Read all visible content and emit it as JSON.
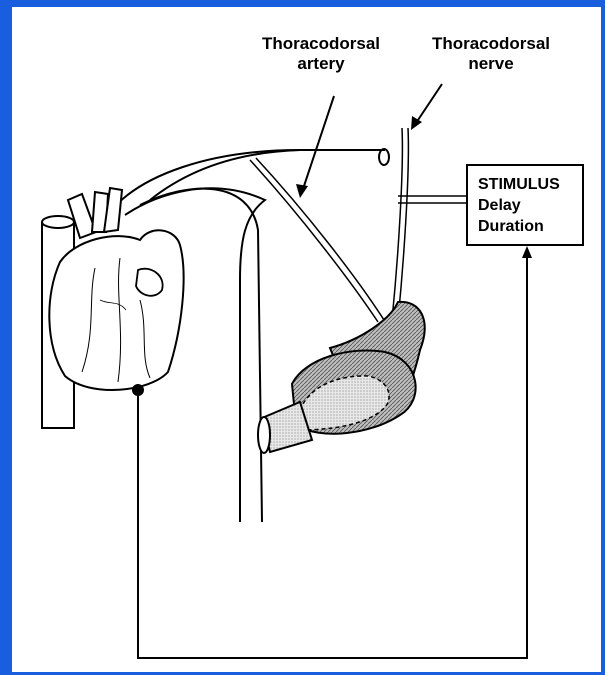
{
  "labels": {
    "artery": [
      "Thoracodorsal",
      "artery"
    ],
    "nerve": [
      "Thoracodorsal",
      "nerve"
    ]
  },
  "stimulus_box": {
    "title": "STIMULUS",
    "line2": "Delay",
    "line3": "Duration"
  },
  "colors": {
    "frame": "#1a5ee0",
    "ink": "#000000",
    "muscle_fill": "#9a9a9a",
    "wrap_fill": "#cfcfcf"
  }
}
